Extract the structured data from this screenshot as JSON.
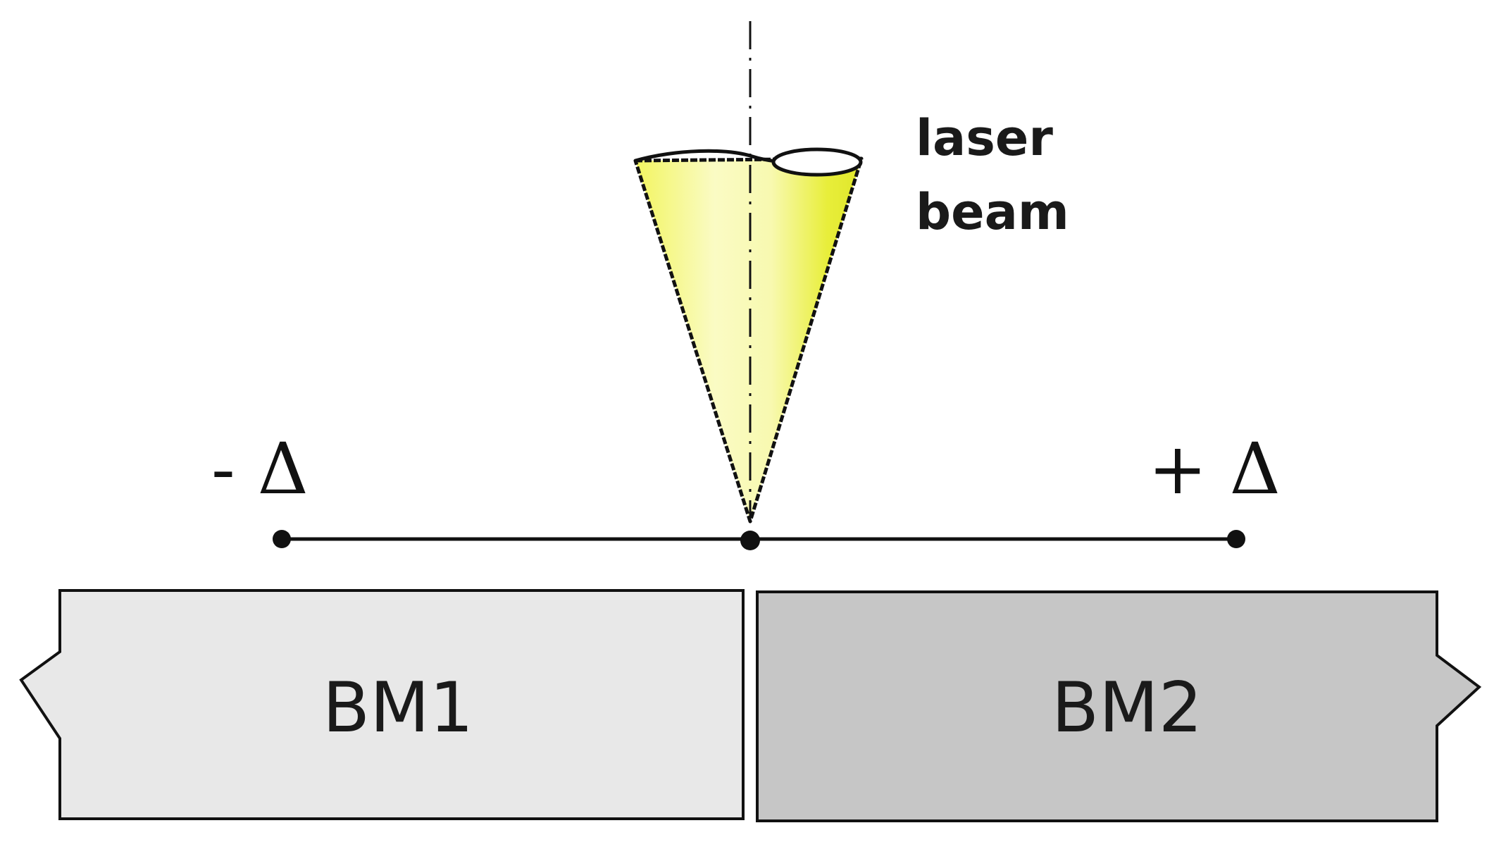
{
  "diagram": {
    "beam_label_line1": "laser",
    "beam_label_line2": "beam",
    "offset_negative": "- Δ",
    "offset_positive": "+ Δ",
    "base_material_1": "BM1",
    "base_material_2": "BM2"
  },
  "colors": {
    "beam_fill": "#eef25a",
    "beam_core": "#fbfbc8",
    "bm1_fill": "#e8e8e8",
    "bm2_fill": "#c6c6c6",
    "line": "#111111"
  }
}
